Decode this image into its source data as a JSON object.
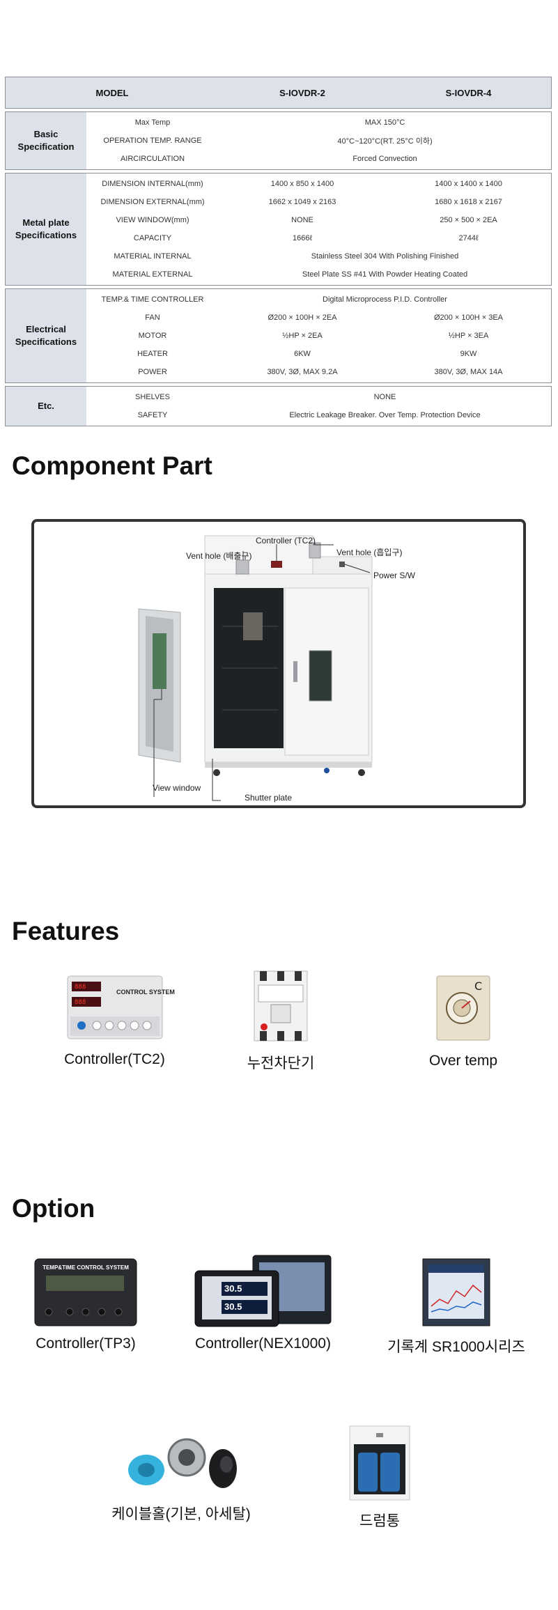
{
  "spec_table": {
    "header": {
      "model": "MODEL",
      "col1": "S-IOVDR-2",
      "col2": "S-IOVDR-4"
    },
    "groups": [
      {
        "name": "Basic Specification",
        "rows": [
          {
            "label": "Max Temp",
            "value": "MAX 150°C"
          },
          {
            "label": "OPERATION TEMP. RANGE",
            "value": "40°C~120°C(RT. 25°C 이하)"
          },
          {
            "label": "AIRCIRCULATION",
            "value": "Forced Convection"
          }
        ]
      },
      {
        "name": "Metal plate Specifications",
        "rows": [
          {
            "label": "DIMENSION INTERNAL(mm)",
            "v1": "1400 x 850 x 1400",
            "v2": "1400 x 1400 x 1400"
          },
          {
            "label": "DIMENSION EXTERNAL(mm)",
            "v1": "1662 x 1049 x 2163",
            "v2": "1680 x 1618 x 2167"
          },
          {
            "label": "VIEW WINDOW(mm)",
            "v1": "NONE",
            "v2": "250 × 500 × 2EA"
          },
          {
            "label": "CAPACITY",
            "v1": "1666ℓ",
            "v2": "2744ℓ"
          },
          {
            "label": "MATERIAL INTERNAL",
            "value": "Stainless Steel 304 With Polishing Finished"
          },
          {
            "label": "MATERIAL EXTERNAL",
            "value": "Steel Plate SS #41 With Powder Heating Coated"
          }
        ]
      },
      {
        "name": "Electrical Specifications",
        "rows": [
          {
            "label": "TEMP.& TIME CONTROLLER",
            "value": "Digital Microprocess P.I.D. Controller"
          },
          {
            "label": "FAN",
            "v1": "Ø200 × 100H × 2EA",
            "v2": "Ø200 × 100H × 3EA"
          },
          {
            "label": "MOTOR",
            "v1": "½HP × 2EA",
            "v2": "½HP × 3EA"
          },
          {
            "label": "HEATER",
            "v1": "6KW",
            "v2": "9KW"
          },
          {
            "label": "POWER",
            "v1": "380V, 3Ø, MAX 9.2A",
            "v2": "380V, 3Ø, MAX 14A"
          }
        ]
      },
      {
        "name": "Etc.",
        "rows": [
          {
            "label": "SHELVES",
            "value": "NONE"
          },
          {
            "label": "SAFETY",
            "value": "Electric Leakage Breaker. Over Temp. Protection Device"
          }
        ]
      }
    ]
  },
  "component_part": {
    "title": "Component Part",
    "callouts": {
      "controller": "Controller (TC2)",
      "vent_out": "Vent hole (배출구)",
      "vent_in": "Vent hole (흡입구)",
      "power": "Power S/W",
      "view_window": "View window",
      "shutter": "Shutter plate"
    }
  },
  "features": {
    "title": "Features",
    "items": [
      "Controller(TC2)",
      "누전차단기",
      "Over temp"
    ],
    "panel_text": "CONTROL SYSTEM"
  },
  "option": {
    "title": "Option",
    "items": [
      "Controller(TP3)",
      "Controller(NEX1000)",
      "기록계 SR1000시리즈",
      "케이블홀(기본, 아세탈)",
      "드럼통"
    ],
    "tp3_panel_text": "TEMP&TIME CONTROL SYSTEM",
    "nex_readout_1": "30.5",
    "nex_readout_2": "30.5"
  }
}
